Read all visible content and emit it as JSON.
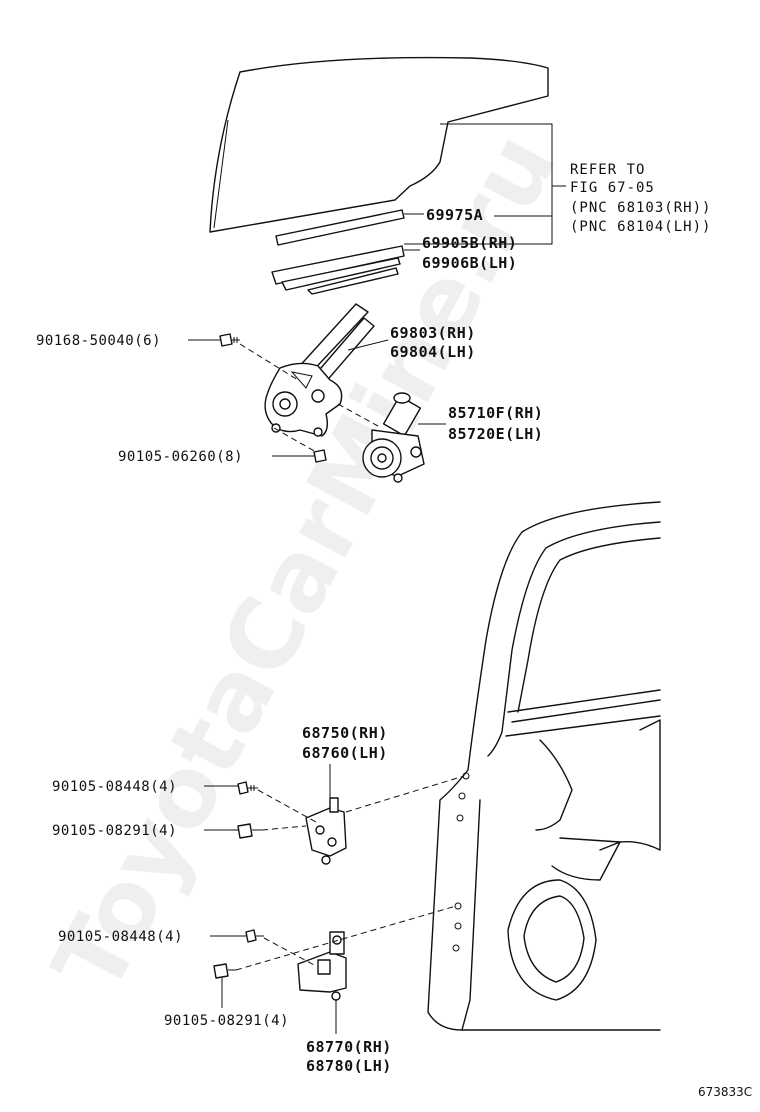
{
  "watermark": "ToyotaCarMine.ru",
  "catalog_number": "673833C",
  "reference": {
    "line1": "REFER TO",
    "line2": "FIG 67-05",
    "line3": "(PNC 68103(RH))",
    "line4": "(PNC 68104(LH))"
  },
  "parts": {
    "glass_channel": "69975A",
    "run_rh": "69905B(RH)",
    "run_lh": "69906B(LH)",
    "regulator_rh": "69803(RH)",
    "regulator_lh": "69804(LH)",
    "motor_rh": "85710F(RH)",
    "motor_lh": "85720E(LH)",
    "bolt_regulator": "90168-50040(6)",
    "bolt_motor": "90105-06260(8)",
    "upper_hinge_rh": "68750(RH)",
    "upper_hinge_lh": "68760(LH)",
    "upper_bolt_a": "90105-08448(4)",
    "upper_bolt_b": "90105-08291(4)",
    "lower_bolt_a": "90105-08448(4)",
    "lower_bolt_b": "90105-08291(4)",
    "lower_hinge_rh": "68770(RH)",
    "lower_hinge_lh": "68780(LH)"
  }
}
